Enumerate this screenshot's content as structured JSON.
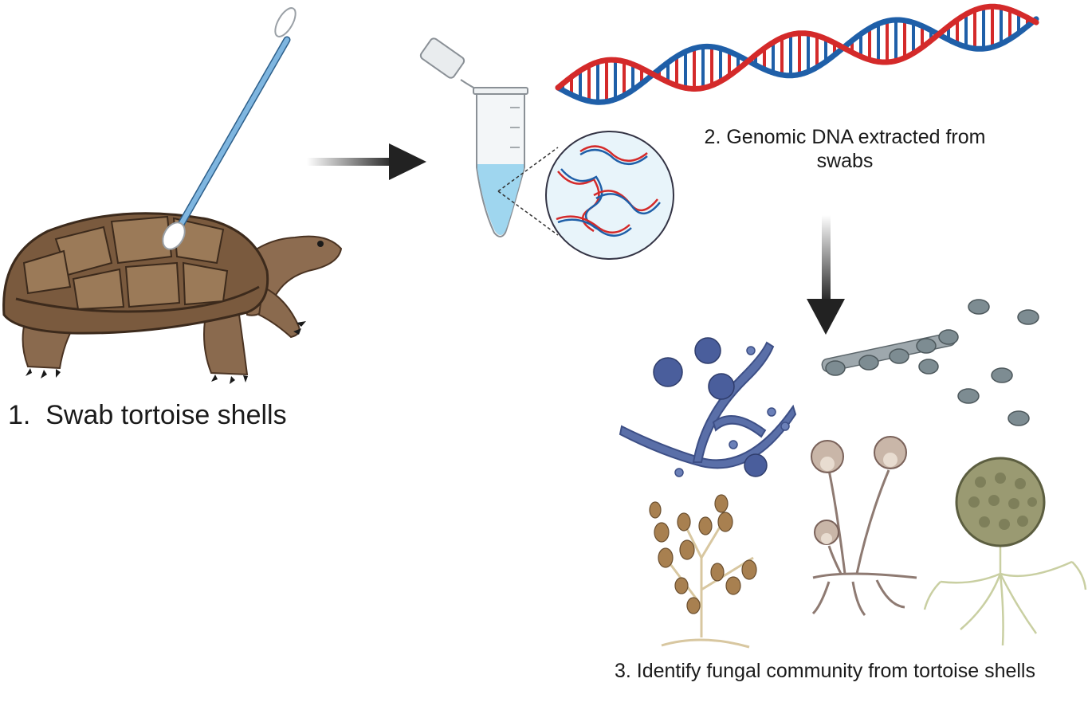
{
  "steps": {
    "step1": "1.  Swab tortoise shells",
    "step2": "2. Genomic DNA extracted from swabs",
    "step3": "3. Identify fungal community from tortoise shells"
  },
  "colors": {
    "arrow": "#222222",
    "dna_red": "#d42a2a",
    "dna_blue": "#1f5fa8",
    "shell": "#7a5a3e",
    "skin": "#8a6a4e",
    "swab_stick": "#7fb6e0",
    "liquid": "#9fd6ef",
    "fungus_blue": "#5a6fa8",
    "fungus_grey": "#7d8c92",
    "fungus_brown": "#a88050",
    "sporangium": "#9a8a6a"
  },
  "icons": [
    "tortoise-icon",
    "swab-icon",
    "tube-icon",
    "dna-icon",
    "arrow-icon",
    "fungus-icon"
  ]
}
